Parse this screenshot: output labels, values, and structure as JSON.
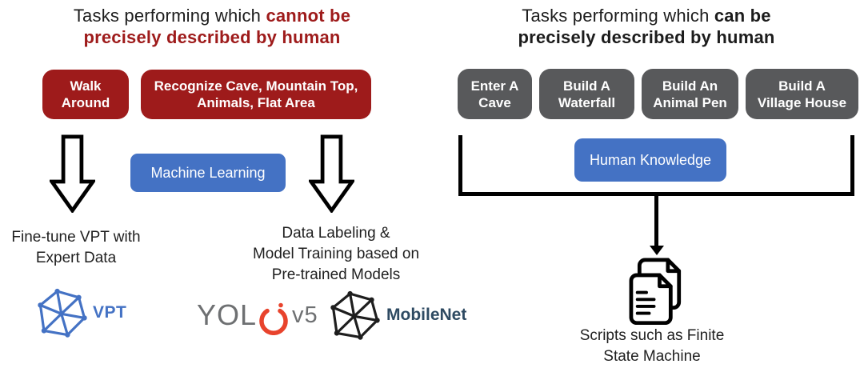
{
  "colors": {
    "dark_red": "#9E1B1B",
    "box_gray": "#58595B",
    "accent_blue": "#4472C4",
    "body_text": "#1c1c1c",
    "yolo_gray": "#6E7072",
    "yolo_red": "#E8432C",
    "mobilenet_navy": "#2E4A62"
  },
  "icons": [
    "down-arrow-icon",
    "vpt-network-icon",
    "yolo-ring-icon",
    "mobilenet-network-icon",
    "documents-icon",
    "connector-arrowhead-icon"
  ],
  "left_panel": {
    "title": {
      "normal": "Tasks performing which ",
      "highlight": "cannot be",
      "line2": "precisely described by human"
    },
    "task_boxes": [
      {
        "label": "Walk\nAround"
      },
      {
        "label": "Recognize Cave, Mountain Top,\nAnimals, Flat Area"
      }
    ],
    "method_label": "Machine Learning",
    "caption_left": "Fine-tune VPT with\nExpert Data",
    "caption_right": "Data Labeling &\nModel Training based on\nPre-trained Models",
    "logos": {
      "vpt_label": "VPT",
      "yolo_prefix": "YOL",
      "yolo_suffix": "v5",
      "mobilenet_label": "MobileNet"
    }
  },
  "right_panel": {
    "title": {
      "normal": "Tasks performing which ",
      "highlight": "can be",
      "line2": "precisely described by human"
    },
    "task_boxes": [
      {
        "label": "Enter A\nCave"
      },
      {
        "label": "Build A\nWaterfall"
      },
      {
        "label": "Build An\nAnimal Pen"
      },
      {
        "label": "Build A\nVillage House"
      }
    ],
    "method_label": "Human Knowledge",
    "caption": "Scripts such as Finite\nState Machine"
  }
}
